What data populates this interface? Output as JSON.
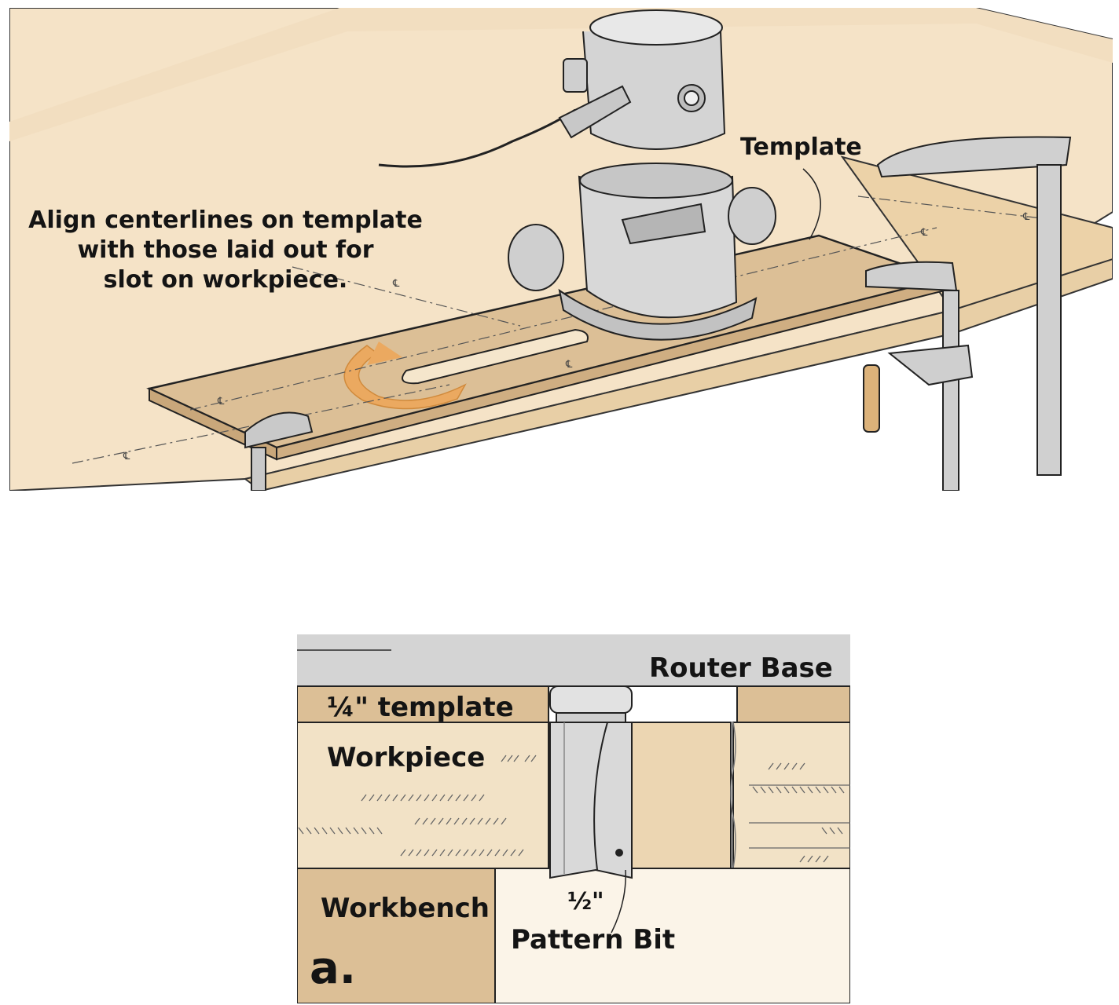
{
  "main_figure": {
    "callouts": {
      "align_note": [
        "Align centerlines on template",
        "with those laid out for",
        "slot on workpiece."
      ],
      "template": "Template"
    }
  },
  "detail_figure": {
    "labels": {
      "router_base": "Router Base",
      "template": "¼\" template",
      "workpiece": "Workpiece",
      "workbench": "Workbench",
      "bit_size": "½\"",
      "bit_name": "Pattern Bit",
      "figure_letter": "a."
    }
  },
  "colors": {
    "bench_top": "#f5e3c7",
    "template_wood": "#dcbf96",
    "workpiece_wood": "#f2e2c6",
    "router_gray": "#d4d4d4",
    "arrow_orange": "#eba960",
    "outline": "#222222"
  }
}
